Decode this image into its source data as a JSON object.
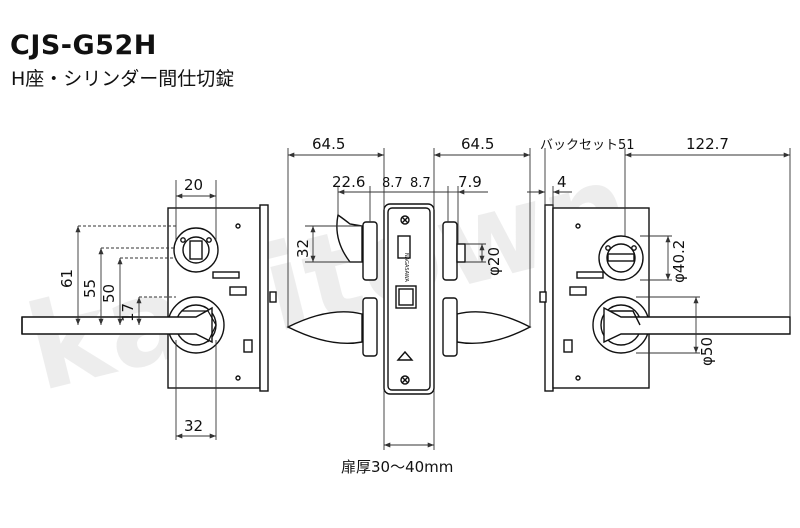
{
  "header": {
    "model": "CJS-G52H",
    "description": "H座・シリンダー間仕切錠"
  },
  "dimensions": {
    "left_width": "64.5",
    "right_width": "64.5",
    "top_20": "20",
    "d22_6": "22.6",
    "d8_7a": "8.7",
    "d8_7b": "8.7",
    "d7_9": "7.9",
    "d32_side": "32",
    "dia20": "φ20",
    "d61": "61",
    "d55": "55",
    "d50": "50",
    "d17": "17",
    "bottom_32": "32",
    "backset_label": "バックセット51",
    "d122_7": "122.7",
    "d4": "4",
    "dia40_2": "φ40.2",
    "dia50": "φ50",
    "door_thickness": "扉厚30〜40mm"
  },
  "marks": {
    "plate_text": "NAGASAWA"
  },
  "watermark": "kagitown",
  "colors": {
    "line": "#111111",
    "dim": "#333333",
    "fill_light": "#f4f4f4",
    "fill_lever": "#e8e8e8"
  }
}
